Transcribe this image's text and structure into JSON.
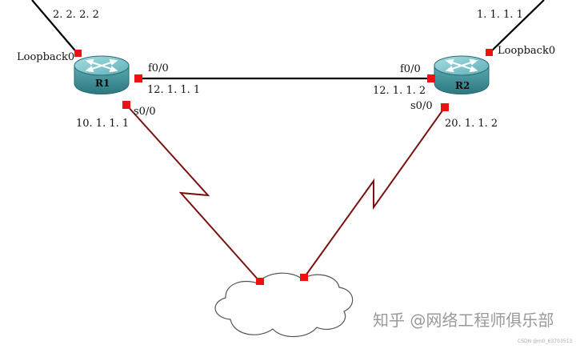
{
  "routers": {
    "r1": {
      "name": "R1"
    },
    "r2": {
      "name": "R2"
    }
  },
  "labels": {
    "r1_loopback_ip": "2. 2. 2. 2",
    "r1_loopback_name": "Loopback0",
    "r1_f00_name": "f0/0",
    "r1_f00_ip": "12. 1. 1. 1",
    "r1_s00_name": "s0/0",
    "r1_s00_ip": "10. 1. 1. 1",
    "r2_loopback_ip": "1. 1. 1. 1",
    "r2_loopback_name": "Loopback0",
    "r2_f00_name": "f0/0",
    "r2_f00_ip": "12. 1. 1. 2",
    "r2_s00_name": "s0/0",
    "r2_s00_ip": "20. 1. 1. 2"
  },
  "watermark": {
    "text": "知乎 @网络工程师俱乐部",
    "small": "CSDN @m0_63703513"
  },
  "colors": {
    "ethernet_link": "#000000",
    "serial_link": "#7a1212",
    "port": "#ee1111",
    "router_body": "#3f8f97",
    "router_top": "#78c4cb"
  }
}
